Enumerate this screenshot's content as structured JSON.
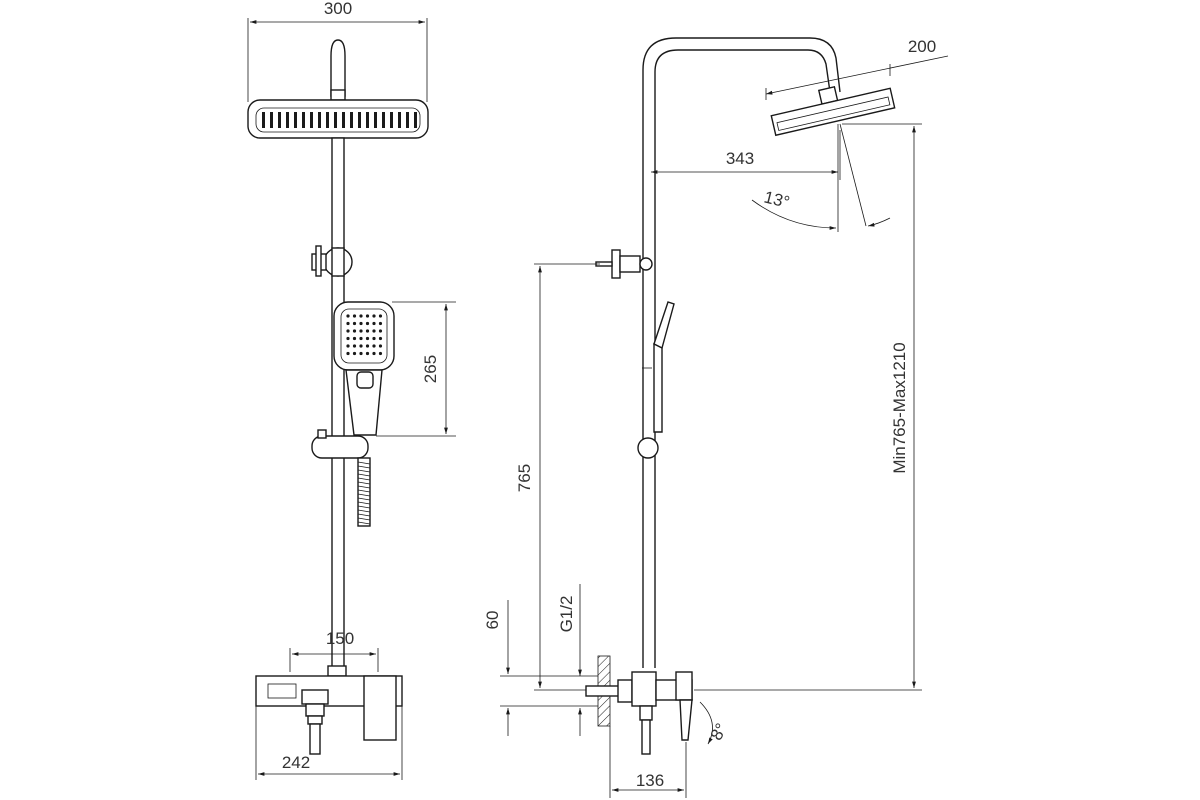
{
  "dimensions": {
    "overhead_width": "300",
    "hand_shower_height": "265",
    "spout_width": "150",
    "mixer_width": "242",
    "side_overhead_width": "200",
    "arm_reach": "343",
    "tilt_angle": "13°",
    "slider_height": "765",
    "inlet_offset": "60",
    "thread": "G1/2",
    "height_range": "Min765-Max1210",
    "spout_angle": "8°",
    "wall_projection": "136"
  }
}
